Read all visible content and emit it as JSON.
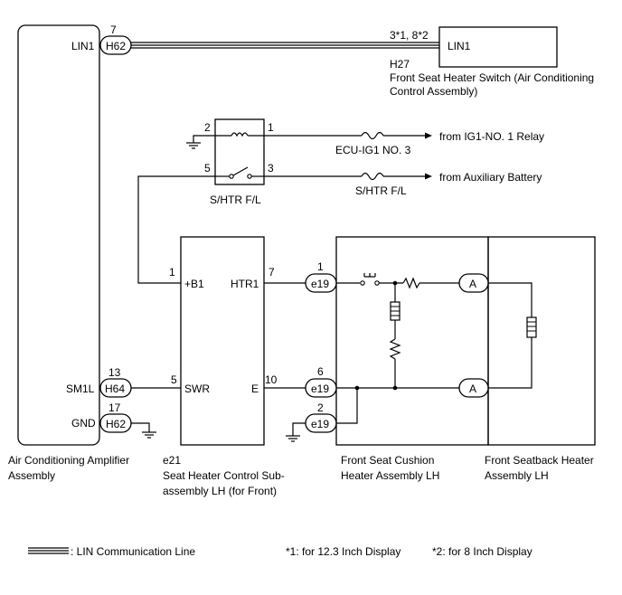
{
  "amplifier": {
    "label_line1": "Air Conditioning Amplifier",
    "label_line2": "Assembly",
    "pins": [
      {
        "name": "LIN1",
        "pin": "7",
        "connector": "H62"
      },
      {
        "name": "SM1L",
        "pin": "13",
        "connector": "H64"
      },
      {
        "name": "GND",
        "pin": "17",
        "connector": "H62"
      }
    ]
  },
  "switch": {
    "pin_label": "3*1, 8*2",
    "terminal": "LIN1",
    "code": "H27",
    "label_line1": "Front Seat Heater Switch (Air Conditioning",
    "label_line2": "Control Assembly)"
  },
  "relay": {
    "pins": [
      "2",
      "1",
      "5",
      "3"
    ],
    "label": "S/HTR F/L"
  },
  "fuses": [
    {
      "label": "ECU-IG1 NO. 3",
      "source": "from IG1-NO. 1 Relay"
    },
    {
      "label": "S/HTR F/L",
      "source": "from Auxiliary Battery"
    }
  ],
  "controller": {
    "code": "e21",
    "label_line1": "Seat Heater Control Sub-",
    "label_line2": "assembly LH (for Front)",
    "terminals": [
      {
        "pin": "1",
        "name": "+B1"
      },
      {
        "pin": "7",
        "name": "HTR1"
      },
      {
        "pin": "5",
        "name": "SWR"
      },
      {
        "pin": "10",
        "name": "E"
      }
    ]
  },
  "cushion": {
    "connector": "e19",
    "pins": [
      "1",
      "6",
      "2"
    ],
    "label_line1": "Front Seat Cushion",
    "label_line2": "Heater Assembly LH"
  },
  "seatback": {
    "label_line1": "Front Seatback Heater",
    "label_line2": "Assembly LH"
  },
  "junction_label": "A",
  "legend": {
    "lin_line": ": LIN Communication Line",
    "note1": "*1: for 12.3 Inch Display",
    "note2": "*2: for 8 Inch Display"
  }
}
